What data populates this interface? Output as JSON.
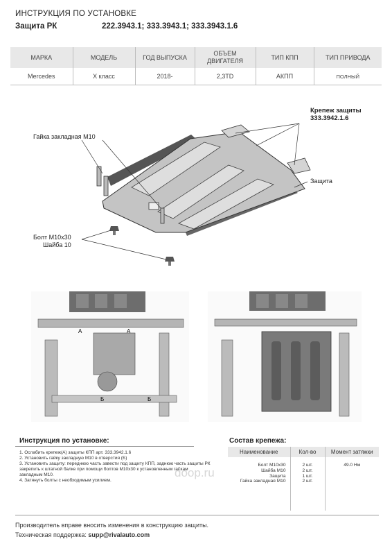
{
  "header": {
    "line1": "ИНСТРУКЦИЯ ПО УСТАНОВКЕ",
    "line2": "Защита РК",
    "codes": "222.3943.1; 333.3943.1; 333.3943.1.6"
  },
  "spec_table": {
    "headers": [
      "МАРКА",
      "МОДЕЛЬ",
      "ГОД ВЫПУСКА",
      "ОБЪЕМ ДВИГАТЕЛЯ",
      "ТИП КПП",
      "ТИП ПРИВОДА"
    ],
    "row": [
      "Mercedes",
      "X класс",
      "2018-",
      "2,3TD",
      "АКПП",
      "ПОЛНЫЙ"
    ]
  },
  "diagram": {
    "fastener_label_line1": "Крепеж защиты",
    "fastener_label_line2": "333.3942.1.6",
    "nut_label": "Гайка закладная М10",
    "shield_label": "Защита",
    "bolt_label": "Болт М10х30",
    "washer_label": "Шайба 10"
  },
  "photos": {
    "marker_a": "А",
    "marker_b": "Б"
  },
  "instructions": {
    "title": "Инструкция по установке:",
    "steps": [
      "1. Ослабить крепеж(А) защиты КПП арт. 333.3942.1.6",
      "2. Установить гайку закладную М10 в отверстия (Б)",
      "3. Установить защиту: переднюю часть завести под защиту КПП, заднюю часть защиты РК",
      "закрепить к штатной балке при помощи болтов М10х30 к установленным гайкам",
      "закладным М10.",
      "4. Затянуть болты с необходимым усилием."
    ]
  },
  "kit": {
    "title": "Состав крепежа:",
    "headers": [
      "Наименование",
      "Кол-во",
      "Момент затяжки"
    ],
    "names": [
      "Болт М10х30",
      "Шайба М10",
      "Защита",
      "Гайка закладная М10"
    ],
    "qty": [
      "2 шт.",
      "2 шт.",
      "1 шт.",
      "2 шт."
    ],
    "torque": "49.0 Нм"
  },
  "watermark": "doop.ru",
  "footer": {
    "line1": "Производитель вправе вносить изменения в конструкцию защиты.",
    "line2_prefix": "Техническая поддержка:",
    "email": "supp@rivalauto.com"
  }
}
